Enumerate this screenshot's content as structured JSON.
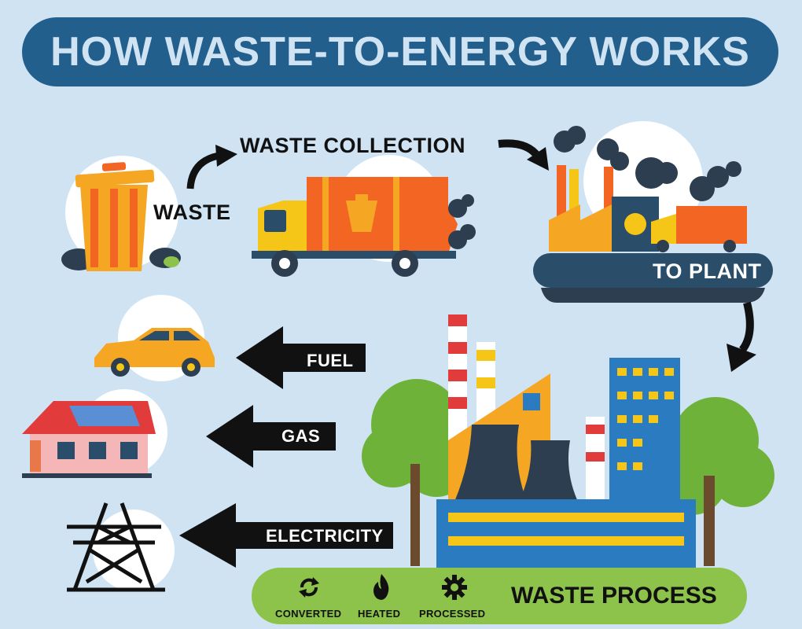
{
  "title": "HOW WASTE-TO-ENERGY WORKS",
  "steps": {
    "waste": "WASTE",
    "waste_collection": "WASTE COLLECTION",
    "to_plant": "TO PLANT"
  },
  "outputs": {
    "fuel": "FUEL",
    "gas": "GAS",
    "electricity": "ELECTRICITY"
  },
  "process": {
    "title": "WASTE PROCESS",
    "converted": "CONVERTED",
    "heated": "HEATED",
    "processed": "PROCESSED"
  },
  "colors": {
    "background": "#cfe3f3",
    "title_bar": "#235f8c",
    "orange": "#f26522",
    "yellow": "#f5c518",
    "green": "#8dc34a",
    "dark_blue": "#2a4d69"
  }
}
